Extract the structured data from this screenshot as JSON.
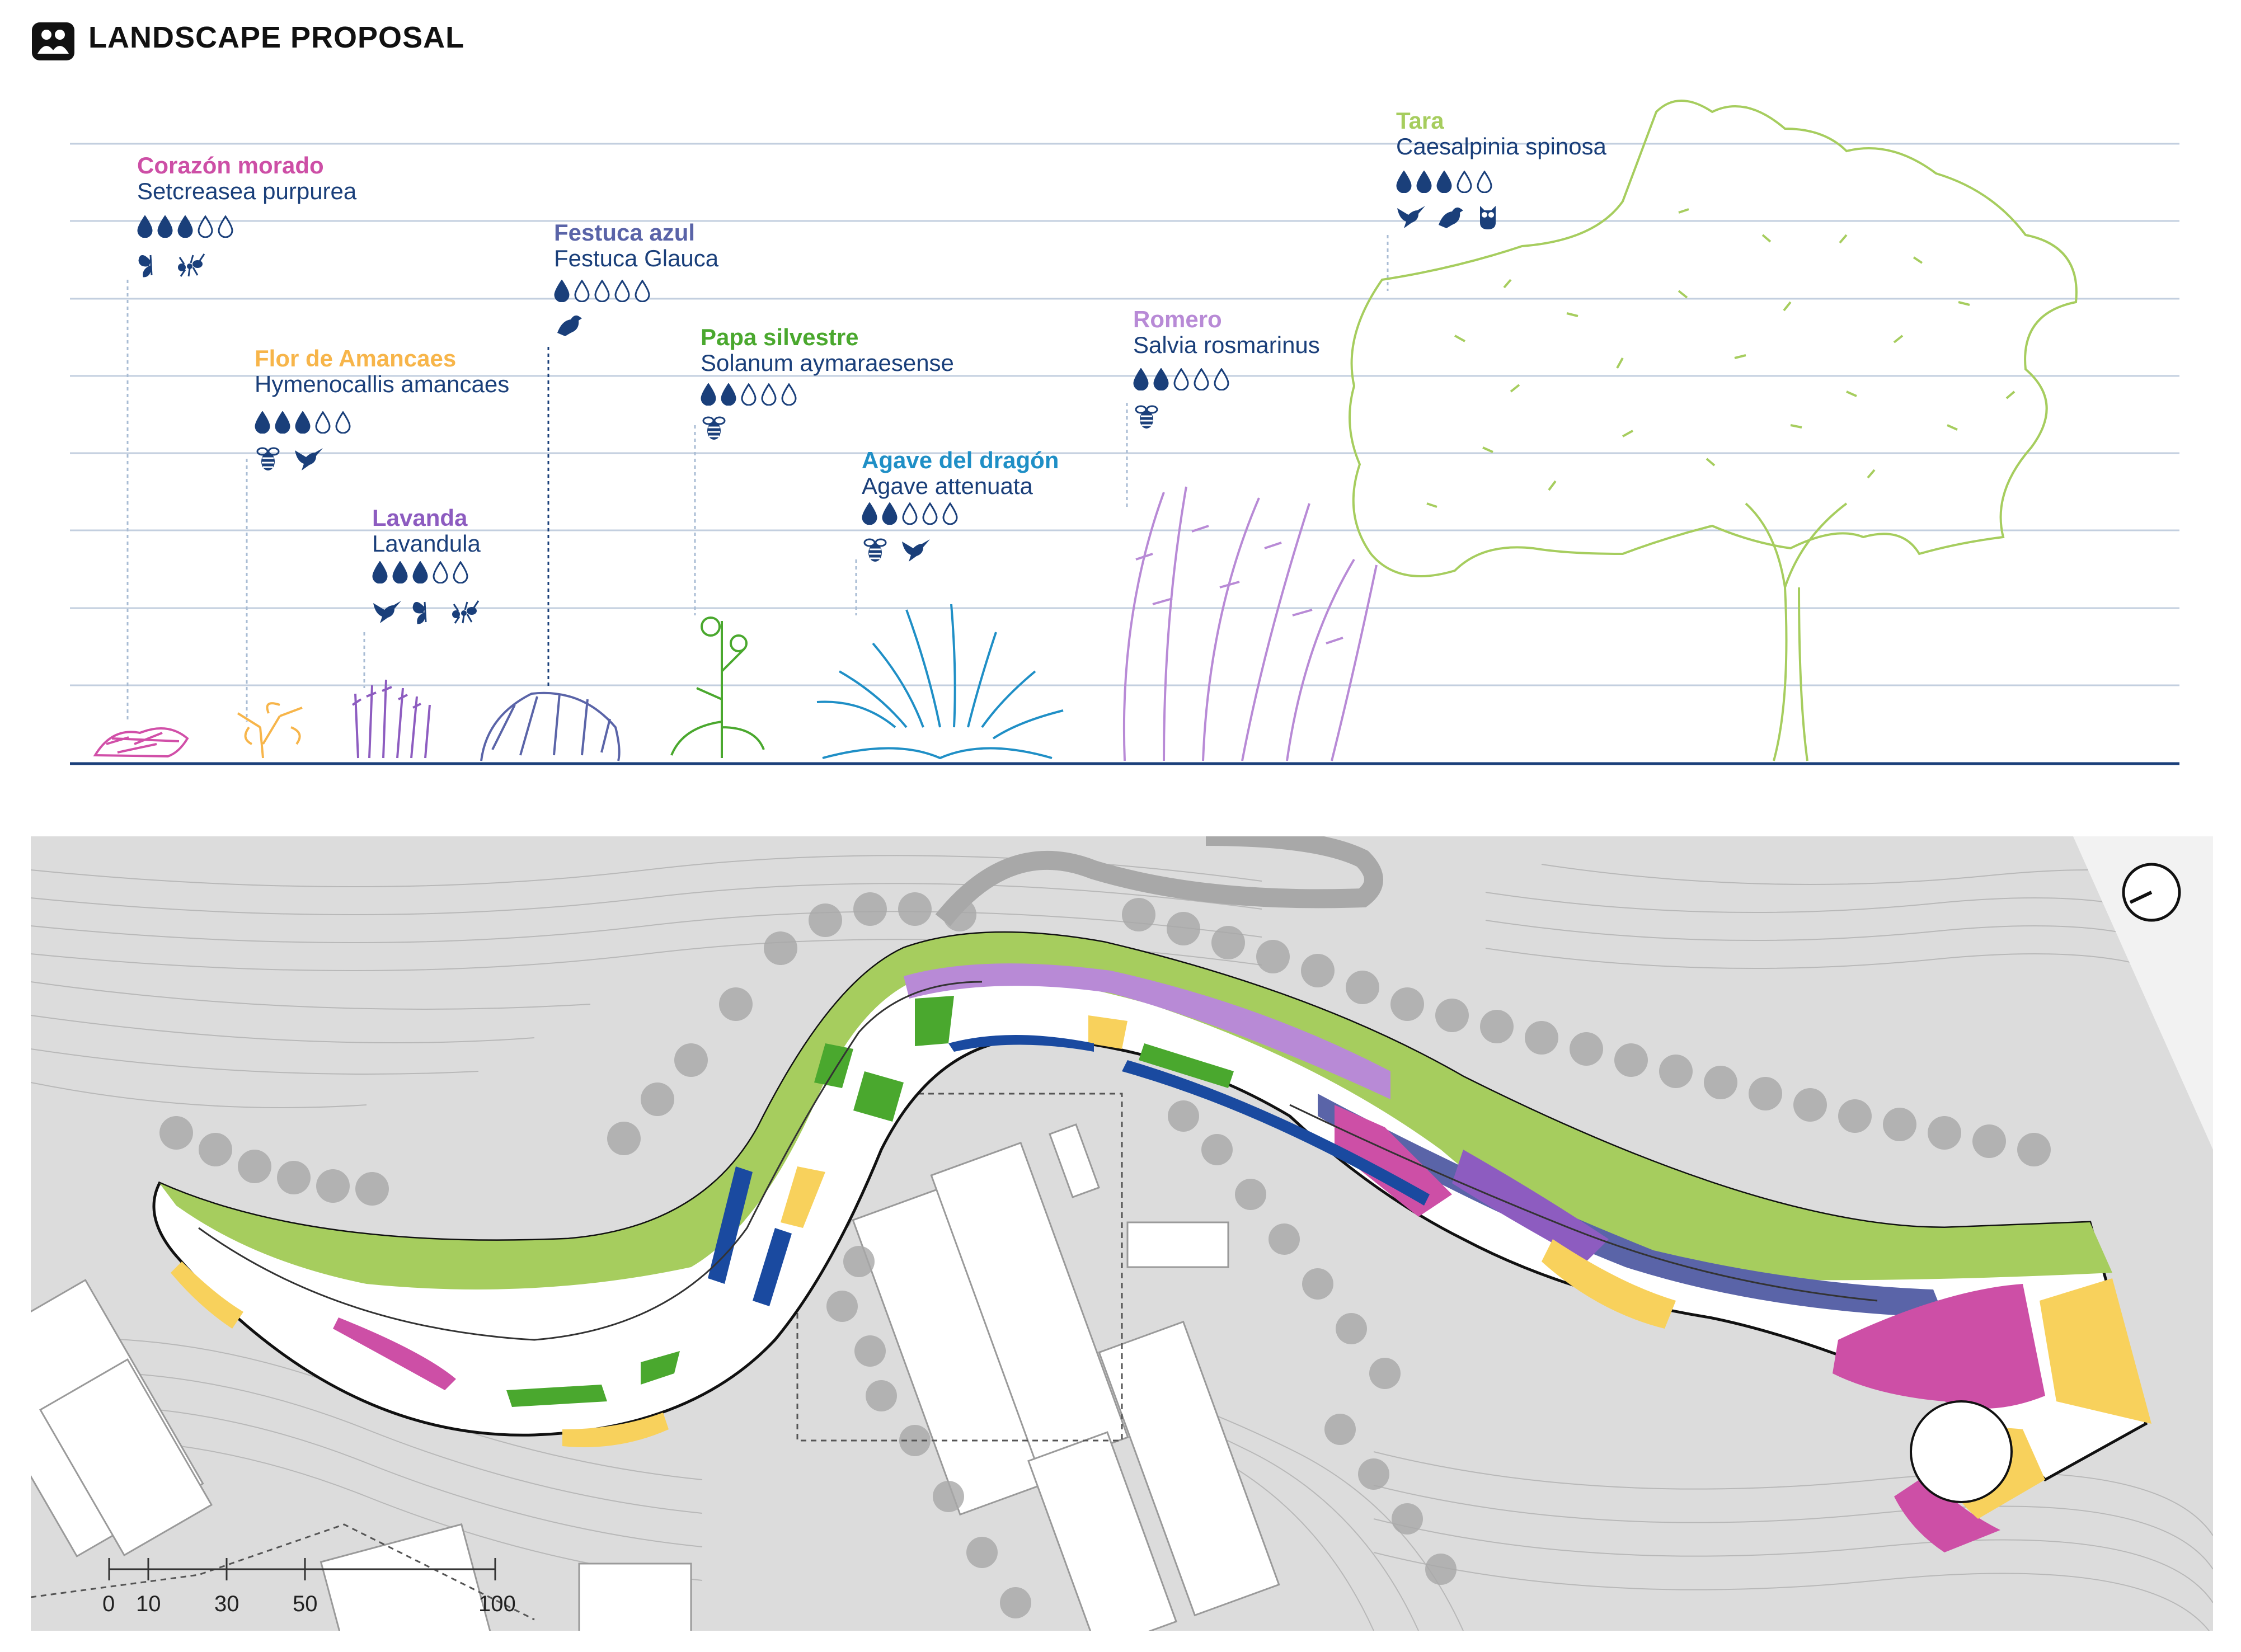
{
  "header": {
    "title": "LANDSCAPE PROPOSAL",
    "logo_icon": "people-plan-icon"
  },
  "colors": {
    "navy": "#1a3f7a",
    "magenta": "#cd4fa6",
    "orange": "#f7b54a",
    "violet": "#8d5cc0",
    "indigo": "#5a64a8",
    "green": "#4aa82e",
    "cyan": "#1f8fc6",
    "lilac": "#b88ad6",
    "lime": "#a6cd5e",
    "blue": "#1a4aa0",
    "yellow": "#f8d15c"
  },
  "plants": [
    {
      "common": "Corazón morado",
      "scientific": "Setcreasea purpurea",
      "water": 3,
      "fauna": [
        "butterfly-icon",
        "ant-icon"
      ]
    },
    {
      "common": "Flor de Amancaes",
      "scientific": "Hymenocallis amancaes",
      "water": 3,
      "fauna": [
        "bee-icon",
        "hummingbird-icon"
      ]
    },
    {
      "common": "Lavanda",
      "scientific": "Lavandula",
      "water": 3,
      "fauna": [
        "hummingbird-icon",
        "butterfly-icon",
        "ant-icon"
      ]
    },
    {
      "common": "Festuca azul",
      "scientific": "Festuca Glauca",
      "water": 1,
      "fauna": [
        "bird-icon"
      ]
    },
    {
      "common": "Papa silvestre",
      "scientific": "Solanum aymaraesense",
      "water": 2,
      "fauna": [
        "bee-icon"
      ]
    },
    {
      "common": "Agave del dragón",
      "scientific": "Agave attenuata",
      "water": 2,
      "fauna": [
        "bee-icon",
        "hummingbird-icon"
      ]
    },
    {
      "common": "Romero",
      "scientific": "Salvia rosmarinus",
      "water": 2,
      "fauna": [
        "bee-icon"
      ]
    },
    {
      "common": "Tara",
      "scientific": "Caesalpinia spinosa",
      "water": 3,
      "fauna": [
        "hummingbird-icon",
        "bird-icon",
        "owl-icon"
      ]
    }
  ],
  "water_scale_max": 5,
  "site_plan": {
    "scale_bar": {
      "ticks": [
        "0",
        "10",
        "30",
        "50",
        "100"
      ]
    },
    "north_arrow": "compass-icon"
  }
}
